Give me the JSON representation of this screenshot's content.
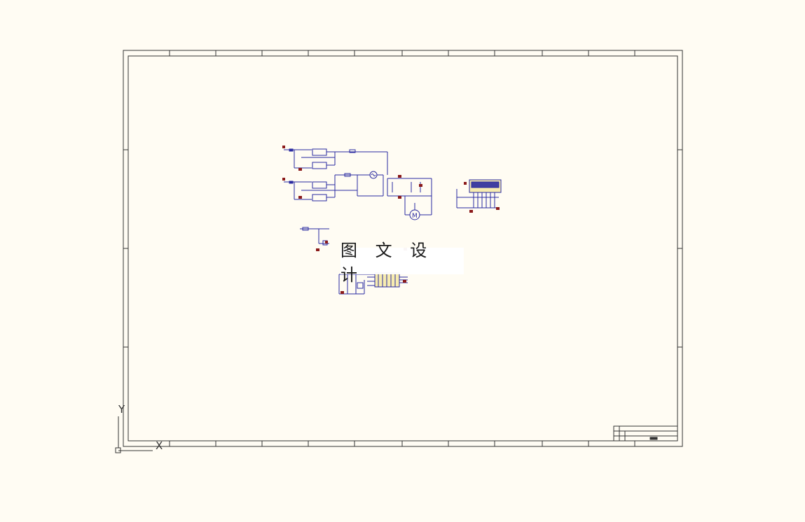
{
  "watermark": {
    "text": "图 文 设 计"
  },
  "axes": {
    "y_label": "Y",
    "x_label": "X"
  },
  "colors": {
    "background": "#fffcf3",
    "frame": "#333333",
    "wire": "#2a2aa0",
    "part_fill": "#f7ecb0",
    "ground": "#8b1a1a",
    "lcd": "#3f3fa0"
  }
}
